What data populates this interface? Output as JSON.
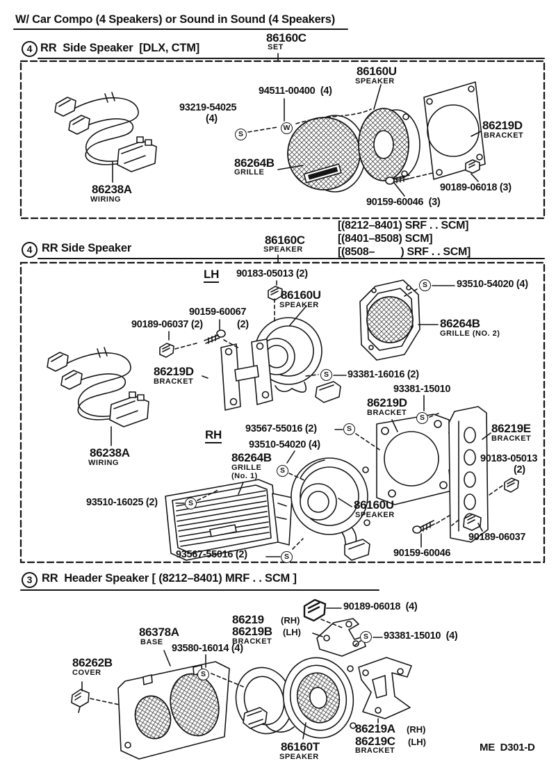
{
  "doc": {
    "top_note": "W/ Car Compo (4 Speakers) or Sound in Sound (4 Speakers)",
    "footer_code": "ME  D301-D"
  },
  "sym": {
    "s": "S",
    "w": "W"
  },
  "s1": {
    "num": "4",
    "title": "RR  Side Speaker  [DLX, CTM]",
    "set_part": "86160C",
    "set_name": "SET",
    "speaker_part": "86160U",
    "speaker_name": "SPEAKER",
    "screw_s_part": "93219-54025",
    "screw_s_qty": "(4)",
    "washer_part": "94511-00400  (4)",
    "grille_part": "86264B",
    "grille_name": "GRILLE",
    "bracket_part": "86219D",
    "bracket_name": "BRACKET",
    "nut_part": "90189-06018 (3)",
    "screw_part": "90159-60046  (3)",
    "wiring_part": "86238A",
    "wiring_name": "WIRING"
  },
  "s2": {
    "num": "4",
    "title": "RR Side Speaker",
    "set_part": "86160C",
    "set_name": "SPEAKER",
    "variant1": "[(8212–8401) SRF . . SCM]",
    "variant2": "[(8401–8508) SCM]",
    "variant3": "[(8508–         ) SRF . . SCM]",
    "lh": "LH",
    "rh": "RH",
    "clip_top_part": "90183-05013 (2)",
    "speaker_lh_part": "86160U",
    "speaker_lh_name": "SPEAKER",
    "screw_lh_part": "90159-60067",
    "screw_lh_qty": "(2)",
    "clip_lh_part": "90189-06037 (2)",
    "bracket_lh_part": "86219D",
    "bracket_lh_name": "BRACKET",
    "wiring_part": "86238A",
    "wiring_name": "WIRING",
    "screw_16016_part": "93381-16016 (2)",
    "grille2_part": "86264B",
    "grille2_name": "GRILLE (NO. 2)",
    "screw_54020_part": "93510-54020 (4)",
    "screw_15010_part": "93381-15010",
    "bracket_mid_part": "86219D",
    "bracket_mid_name": "BRACKET",
    "bracket_e_part": "86219E",
    "bracket_e_name": "BRACKET",
    "clip_r_part": "90183-05013",
    "clip_r_qty": "(2)",
    "screw_55016_part": "93567-55016 (2)",
    "screw_54020rh_part": "93510-54020 (4)",
    "grille1_part": "86264B",
    "grille1_name": "GRILLE",
    "grille1_no": "(No. 1)",
    "screw_16025_part": "93510-16025 (2)",
    "speaker_rh_part": "86160U",
    "speaker_rh_name": "SPEAKER",
    "screw_55016b_part": "93567-55016 (2)",
    "screw_rh_part": "90159-60046",
    "nut_rh_part": "90189-06037"
  },
  "s3": {
    "num": "3",
    "title": "RR  Header Speaker [ (8212–8401) MRF . . SCM ]",
    "clip_part": "90189-06018  (4)",
    "bracket_rh_part": "86219",
    "bracket_rh_side": "(RH)",
    "bracket_lh_part": "86219B",
    "bracket_lh_side": "(LH)",
    "bracket_name": "BRACKET",
    "screw_15010_part": "93381-15010  (4)",
    "base_part": "86378A",
    "base_name": "BASE",
    "screw_16014_part": "93580-16014 (4)",
    "cover_part": "86262B",
    "cover_name": "COVER",
    "speaker_part": "86160T",
    "speaker_name": "SPEAKER",
    "bracket_a_part": "86219A",
    "bracket_a_side": "(RH)",
    "bracket_c_part": "86219C",
    "bracket_c_side": "(LH)",
    "bracket2_name": "BRACKET"
  }
}
